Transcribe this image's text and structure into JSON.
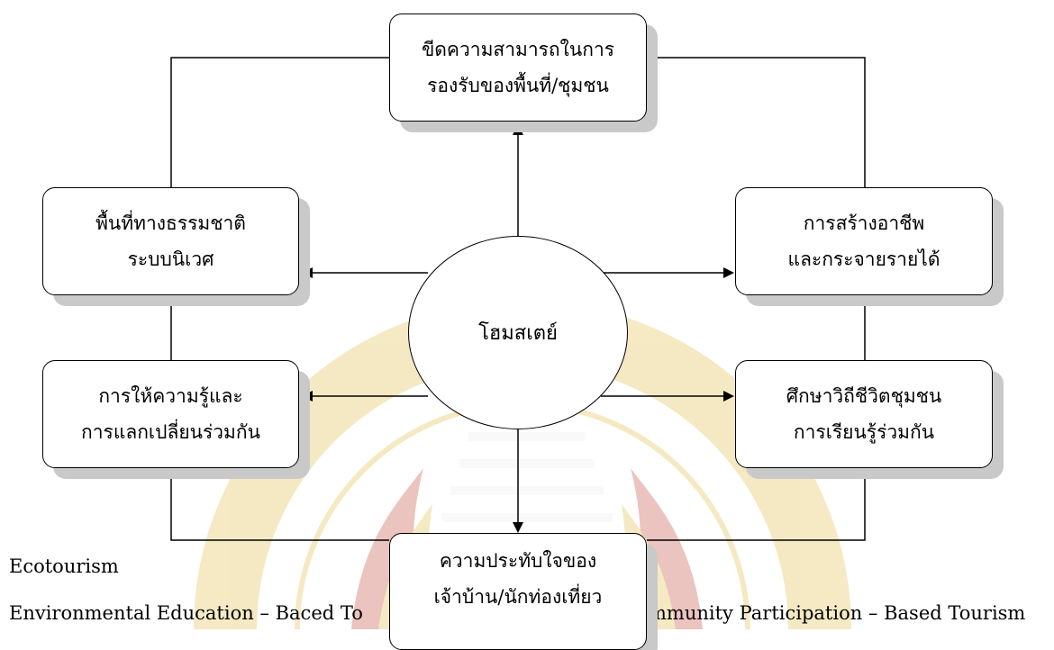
{
  "header_fragment": "",
  "center": {
    "label": "โฮมสเตย์"
  },
  "boxes": {
    "top": {
      "line1": "ขีดความสามารถในการ",
      "line2": "รองรับของพื้นที่/ชุมชน"
    },
    "left_upper": {
      "line1": "พื้นที่ทางธรรมชาติ",
      "line2": "ระบบนิเวศ"
    },
    "right_upper": {
      "line1": "การสร้างอาชีพ",
      "line2": "และกระจายรายได้"
    },
    "left_lower": {
      "line1": "การให้ความรู้และ",
      "line2": "การแลกเปลี่ยนร่วมกัน"
    },
    "right_lower": {
      "line1": "ศึกษาวิถีชีวิตชุมชน",
      "line2": "การเรียนรู้ร่วมกัน"
    },
    "bottom": {
      "line1": "ความประทับใจของ",
      "line2": "เจ้าบ้าน/นักท่องเที่ยว"
    }
  },
  "footer": {
    "ecotourism": "Ecotourism",
    "line_left": "Environmental Education – Baced To",
    "line_right": "mmunity Participation – Based Tourism"
  },
  "colors": {
    "watermark_gold": "#e3c257",
    "watermark_red": "#c8564a",
    "shadow": "#c9c9c9"
  }
}
